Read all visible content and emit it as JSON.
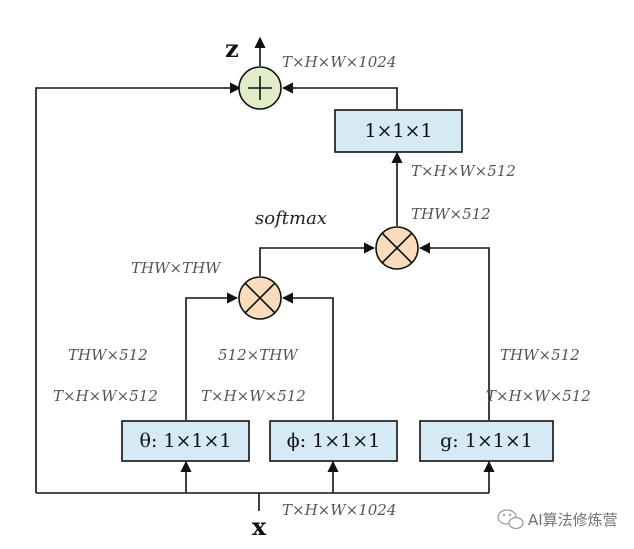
{
  "input_label": "x",
  "output_label": "z",
  "operation_label": "softmax",
  "boxes": {
    "theta": "θ: 1×1×1",
    "phi": "ϕ: 1×1×1",
    "g": "g: 1×1×1",
    "out": "1×1×1"
  },
  "dims": {
    "input": "T×H×W×1024",
    "output": "T×H×W×1024",
    "out_conv_in": "T×H×W×512",
    "g_mul_out": "THW×512",
    "theta_phi_out": "THW×THW",
    "theta_reshape": "THW×512",
    "phi_reshape": "512×THW",
    "g_reshape": "THW×512",
    "theta_out": "T×H×W×512",
    "phi_out": "T×H×W×512",
    "g_out": "T×H×W×512"
  },
  "symbols": {
    "plus": "+",
    "times": "×"
  },
  "watermark": "AI算法修炼营",
  "colors": {
    "box_fill": "#d6eaf6",
    "mul_fill": "#f9dcbc",
    "add_fill": "#e0edc8",
    "line": "#111111"
  }
}
